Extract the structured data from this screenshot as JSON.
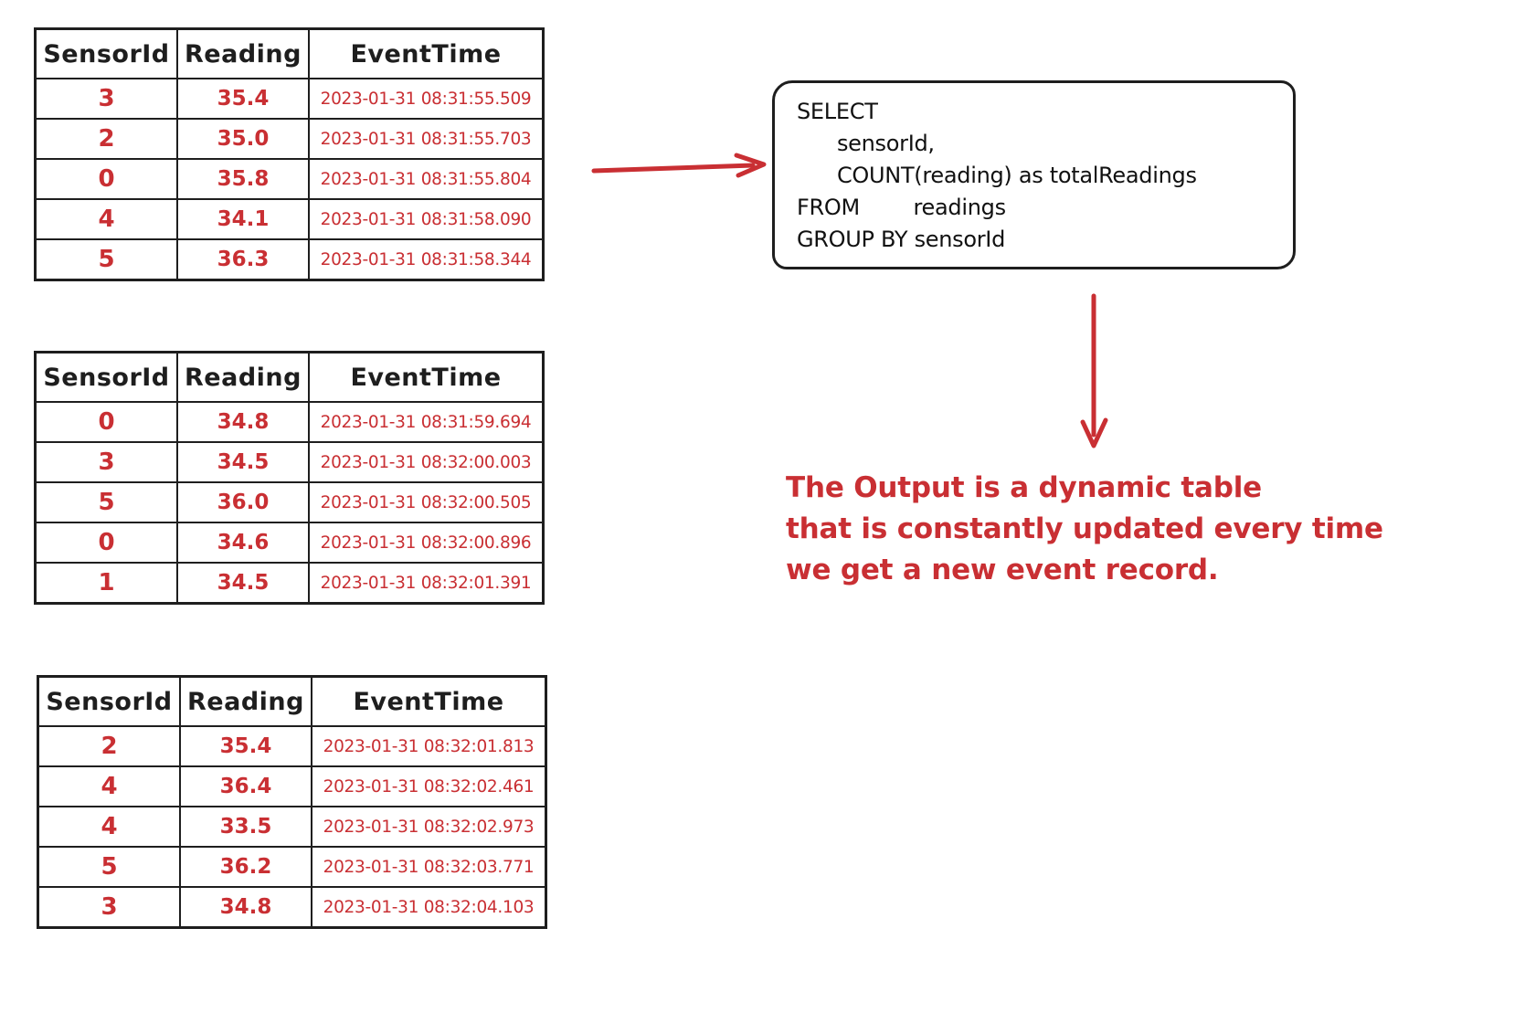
{
  "colors": {
    "ink": "#1e1e1e",
    "red": "#c92f33",
    "background": "#ffffff"
  },
  "tables": [
    {
      "headers": [
        "SensorId",
        "Reading",
        "EventTime"
      ],
      "rows": [
        [
          "3",
          "35.4",
          "2023-01-31 08:31:55.509"
        ],
        [
          "2",
          "35.0",
          "2023-01-31 08:31:55.703"
        ],
        [
          "0",
          "35.8",
          "2023-01-31 08:31:55.804"
        ],
        [
          "4",
          "34.1",
          "2023-01-31 08:31:58.090"
        ],
        [
          "5",
          "36.3",
          "2023-01-31 08:31:58.344"
        ]
      ]
    },
    {
      "headers": [
        "SensorId",
        "Reading",
        "EventTime"
      ],
      "rows": [
        [
          "0",
          "34.8",
          "2023-01-31 08:31:59.694"
        ],
        [
          "3",
          "34.5",
          "2023-01-31 08:32:00.003"
        ],
        [
          "5",
          "36.0",
          "2023-01-31 08:32:00.505"
        ],
        [
          "0",
          "34.6",
          "2023-01-31 08:32:00.896"
        ],
        [
          "1",
          "34.5",
          "2023-01-31 08:32:01.391"
        ]
      ]
    },
    {
      "headers": [
        "SensorId",
        "Reading",
        "EventTime"
      ],
      "rows": [
        [
          "2",
          "35.4",
          "2023-01-31 08:32:01.813"
        ],
        [
          "4",
          "36.4",
          "2023-01-31 08:32:02.461"
        ],
        [
          "4",
          "33.5",
          "2023-01-31 08:32:02.973"
        ],
        [
          "5",
          "36.2",
          "2023-01-31 08:32:03.771"
        ],
        [
          "3",
          "34.8",
          "2023-01-31 08:32:04.103"
        ]
      ]
    }
  ],
  "sql_query": {
    "lines": [
      "SELECT",
      "      sensorId,",
      "      COUNT(reading) as totalReadings",
      "FROM        readings",
      "GROUP BY sensorId"
    ]
  },
  "annotation": {
    "lines": [
      "The Output is a dynamic table",
      "that is constantly updated every time",
      "we get a new event record."
    ]
  }
}
